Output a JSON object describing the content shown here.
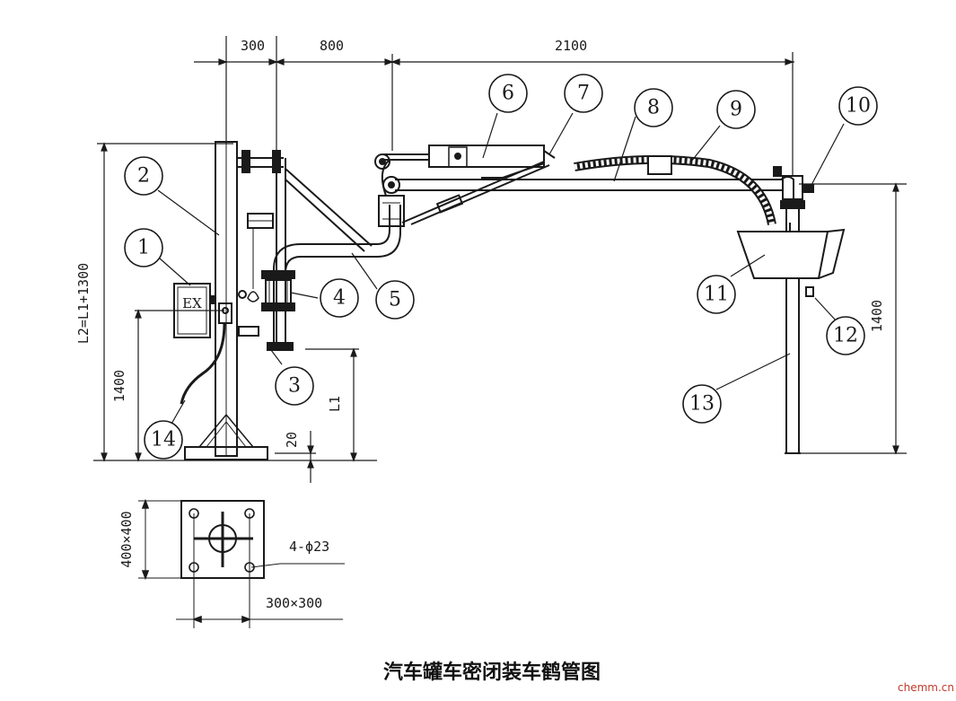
{
  "title": "汽车罐车密闭装车鹤管图",
  "watermark": "chemm.cn",
  "dimensions": {
    "d300": "300",
    "d800": "800",
    "d2100": "2100",
    "l2_formula": "L2=L1+1300",
    "left_1400": "1400",
    "l1": "L1",
    "d20": "20",
    "right_1400": "1400",
    "base_400": "400×400",
    "base_300": "300×300",
    "holes": "4-ϕ23"
  },
  "ex_box_label": "EX",
  "callouts": [
    "1",
    "2",
    "3",
    "4",
    "5",
    "6",
    "7",
    "8",
    "9",
    "10",
    "11",
    "12",
    "13",
    "14"
  ],
  "colors": {
    "ink": "#1a1a1a",
    "watermark": "#c0392b"
  }
}
